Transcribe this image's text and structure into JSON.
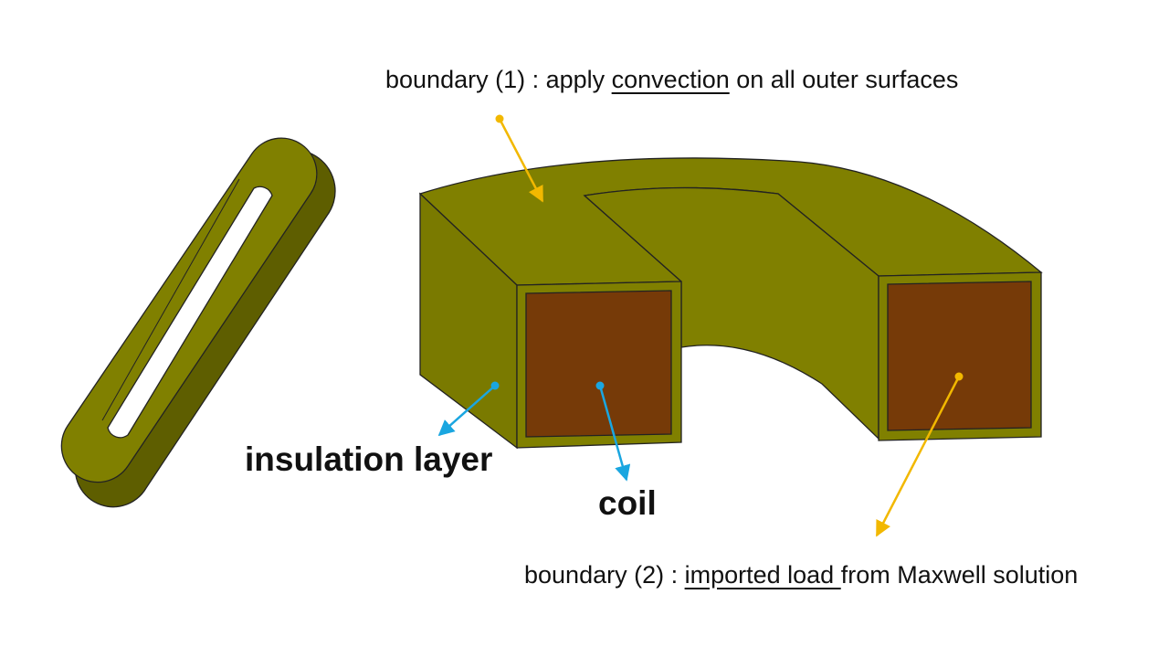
{
  "labels": {
    "boundary1": {
      "prefix": "boundary (1) : apply ",
      "underlined": "convection",
      "suffix": " on all outer surfaces"
    },
    "boundary2": {
      "prefix": "boundary (2) : ",
      "underlined": "imported load ",
      "suffix": "from Maxwell solution"
    },
    "insulation": "insulation layer",
    "coil": "coil"
  },
  "colors": {
    "insulation": "#808000",
    "coil": "#763a08",
    "outline": "#222222",
    "annotation_orange": "#f2b800",
    "annotation_blue": "#1aa6e0"
  }
}
